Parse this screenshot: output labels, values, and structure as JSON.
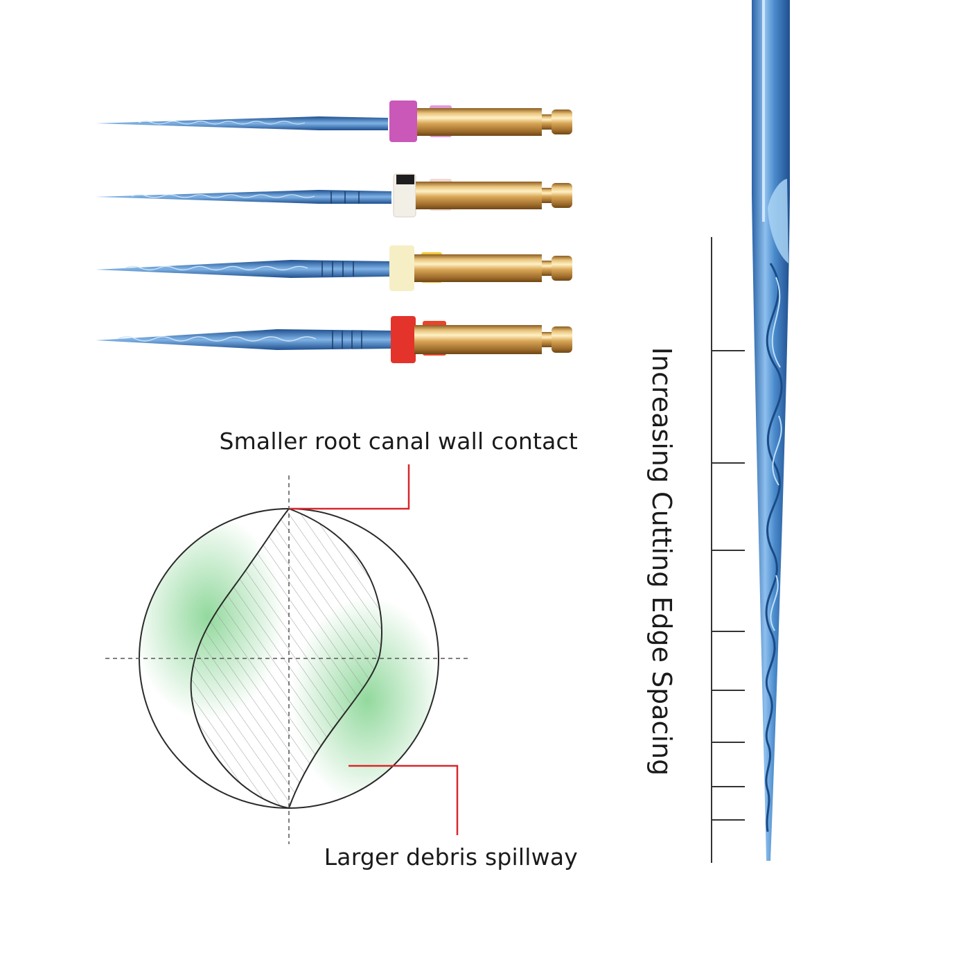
{
  "labels": {
    "top": "Smaller root canal wall contact",
    "bottom": "Larger debris spillway",
    "vertical": "Increasing Cutting Edge Spacing"
  },
  "colors": {
    "shaft_blue": "#3d78b8",
    "handle_gold": "#c99a45",
    "callout_red": "#d9262b",
    "spillway_green": "#8fd69a",
    "ring_1": "#d870c8",
    "ring_2": "#f2f0ea",
    "ring_3": "#f5d84a",
    "ring_4": "#e8332a"
  },
  "files": [
    {
      "name": "file-pink",
      "stopper": "#c958b8",
      "band": "#e29ad6"
    },
    {
      "name": "file-white",
      "stopper": "#f1efe6",
      "band": "#efd8d2"
    },
    {
      "name": "file-yellow",
      "stopper": "#f6efc6",
      "band": "#f0c630"
    },
    {
      "name": "file-red",
      "stopper": "#e3332b",
      "band": "#e8442c"
    }
  ]
}
